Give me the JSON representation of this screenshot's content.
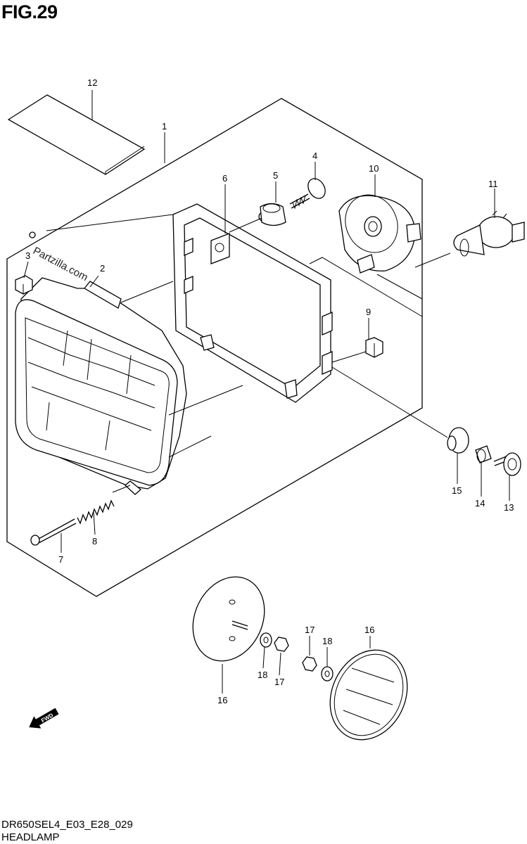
{
  "figure": {
    "title": "FIG.29"
  },
  "watermark": "Partzilla.com",
  "footer": {
    "code": "DR650SEL4_E03_E28_029",
    "name": "HEADLAMP"
  },
  "direction_marker": {
    "text": "FWD",
    "icon": "forward-arrow-icon"
  },
  "callouts": {
    "c1": "1",
    "c2": "2",
    "c3": "3",
    "c4": "4",
    "c5": "5",
    "c6": "6",
    "c7": "7",
    "c8": "8",
    "c9": "9",
    "c10": "10",
    "c11": "11",
    "c12": "12",
    "c13": "13",
    "c14": "14",
    "c15": "15",
    "c16a": "16",
    "c16b": "16",
    "c17a": "17",
    "c17b": "17",
    "c18a": "18",
    "c18b": "18"
  }
}
